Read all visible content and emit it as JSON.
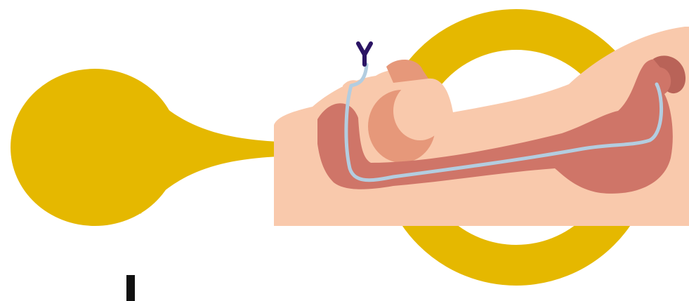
{
  "diagram": {
    "elements": [
      "bulb-reservoir",
      "ring-instrument",
      "body-outline",
      "digestive-tract",
      "probe-line",
      "probe-tip-fork",
      "pointer-mark"
    ]
  },
  "colors": {
    "background": "#ffffff",
    "gold": "#E5B800",
    "skin": "#F9C9AC",
    "tract": "#CF7568",
    "tract_dark": "#B96358",
    "organ_inner": "#E6987A",
    "probe": "#B3CDE0",
    "fork": "#2B1464",
    "pointer": "#111111"
  }
}
